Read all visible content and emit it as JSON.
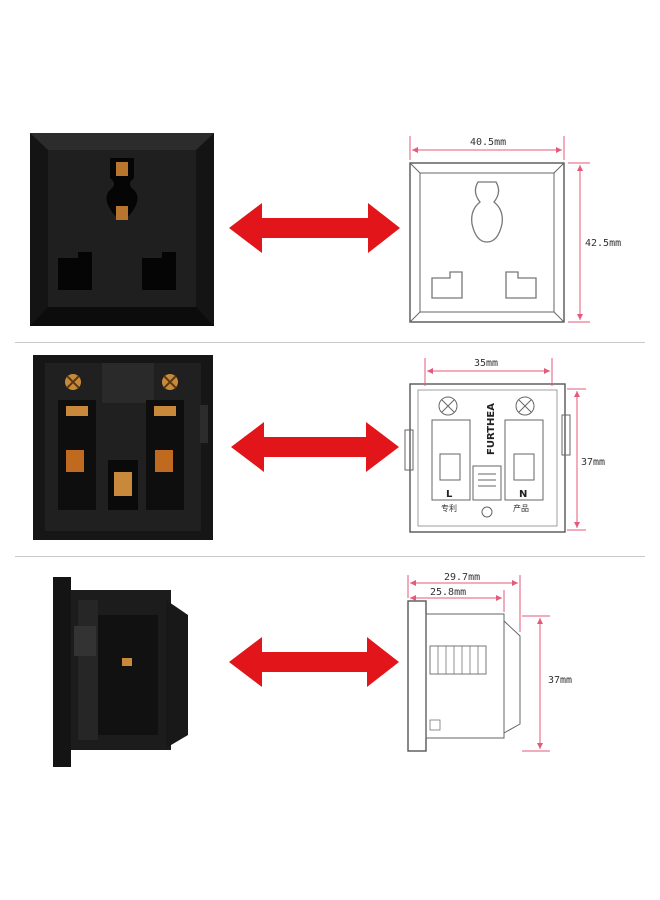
{
  "colors": {
    "arrow": "#e2161a",
    "dimension_line": "#e45a7a",
    "socket_body": "#1b1b1b",
    "drawing_line": "#555555"
  },
  "rows": [
    {
      "photo": "universal-socket-front",
      "drawing": {
        "width_label": "40.5mm",
        "height_label": "42.5mm"
      }
    },
    {
      "photo": "universal-socket-back",
      "drawing": {
        "width_label": "35mm",
        "height_label": "37mm",
        "brand_text": "FURTHEA",
        "left_terminal": "L",
        "right_terminal": "N",
        "left_caption": "专利",
        "right_caption": "产品"
      }
    },
    {
      "photo": "universal-socket-side",
      "drawing": {
        "outer_width_label": "29.7mm",
        "inner_width_label": "25.8mm",
        "height_label": "37mm"
      }
    }
  ]
}
